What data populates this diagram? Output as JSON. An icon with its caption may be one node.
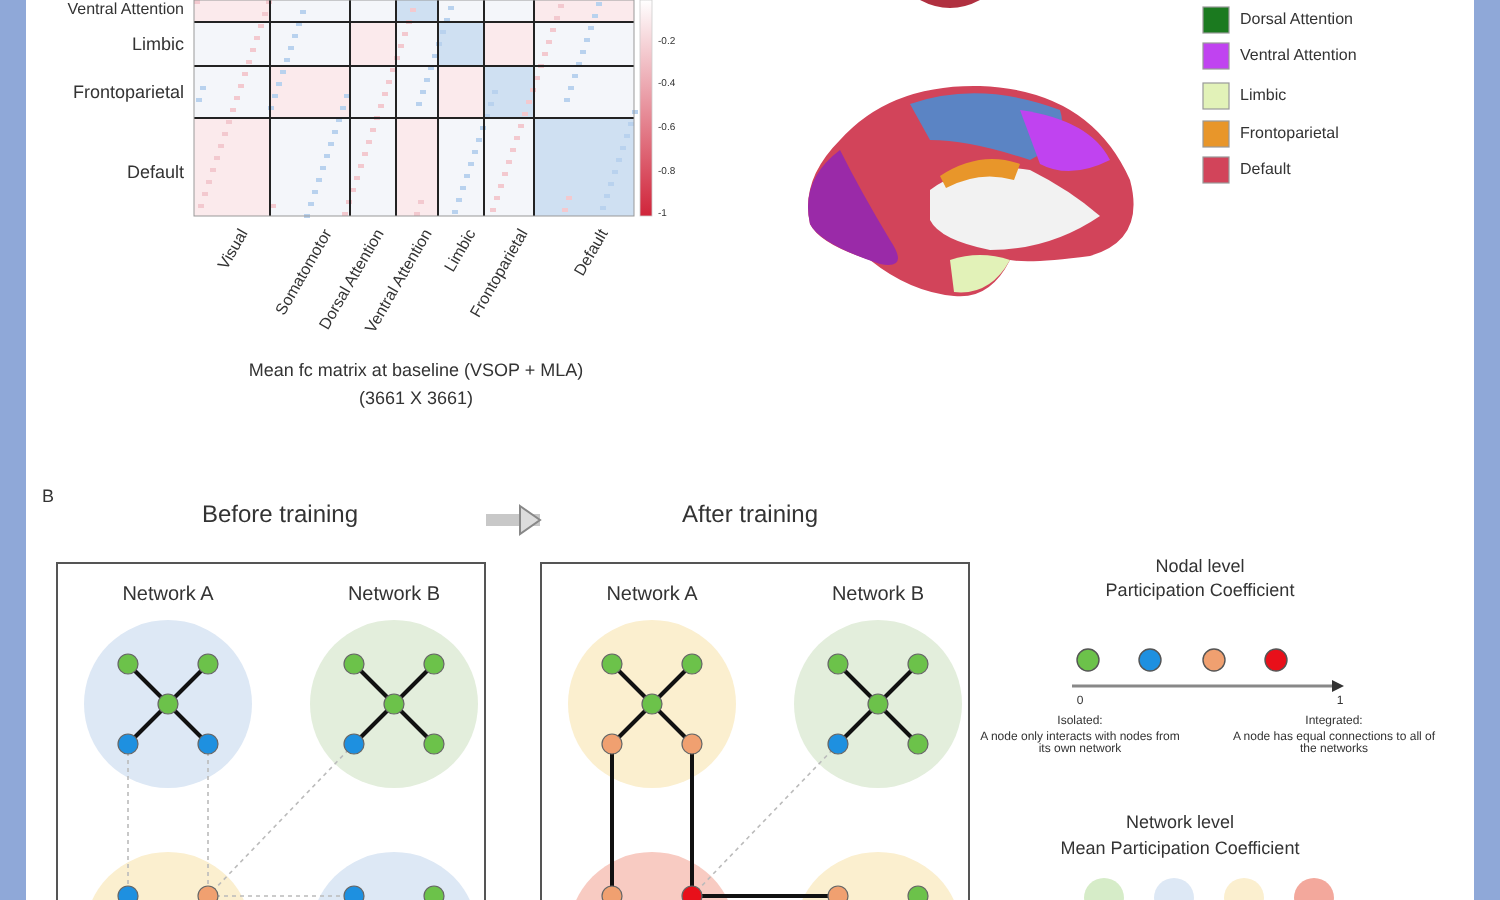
{
  "diagram": {
    "nodes": [
      {
        "text": [
          "Before training"
        ]
      },
      {
        "text": [
          "After training"
        ]
      }
    ],
    "edges": [
      {
        "from": 0,
        "to": 1,
        "arrow": "to"
      }
    ],
    "labels": [
      "Ventral Attention",
      "Limbic",
      "Frontoparietal",
      "Default",
      "-0.2",
      "-0.4",
      "-0.6",
      "-0.8",
      "-1",
      "Visual",
      "Somatomotor",
      "Dorsal Attention",
      "Ventral Attention",
      "Limbic",
      "Frontoparietal",
      "Default",
      "Mean fc matrix at baseline (VSOP + MLA)",
      "(3661 X 3661)",
      "B",
      "Network A",
      "Network B",
      "Network A",
      "Network B",
      "Nodal level",
      "Participation Coefficient",
      "0",
      "1",
      "Isolated:",
      "A node only interacts with nodes from its own network",
      "Integrated:",
      "A node has equal connections to all of the networks",
      "Network level",
      "Mean Participation Coefficient"
    ],
    "legend": [
      {
        "text": "Dorsal Attention",
        "color": "#1b7a1f"
      },
      {
        "text": "Ventral Attention",
        "color": "#c043f0"
      },
      {
        "text": "Limbic",
        "color": "#e2f2b8"
      },
      {
        "text": "Frontoparietal",
        "color": "#e8962a"
      },
      {
        "text": "Default",
        "color": "#d2445a"
      }
    ]
  }
}
